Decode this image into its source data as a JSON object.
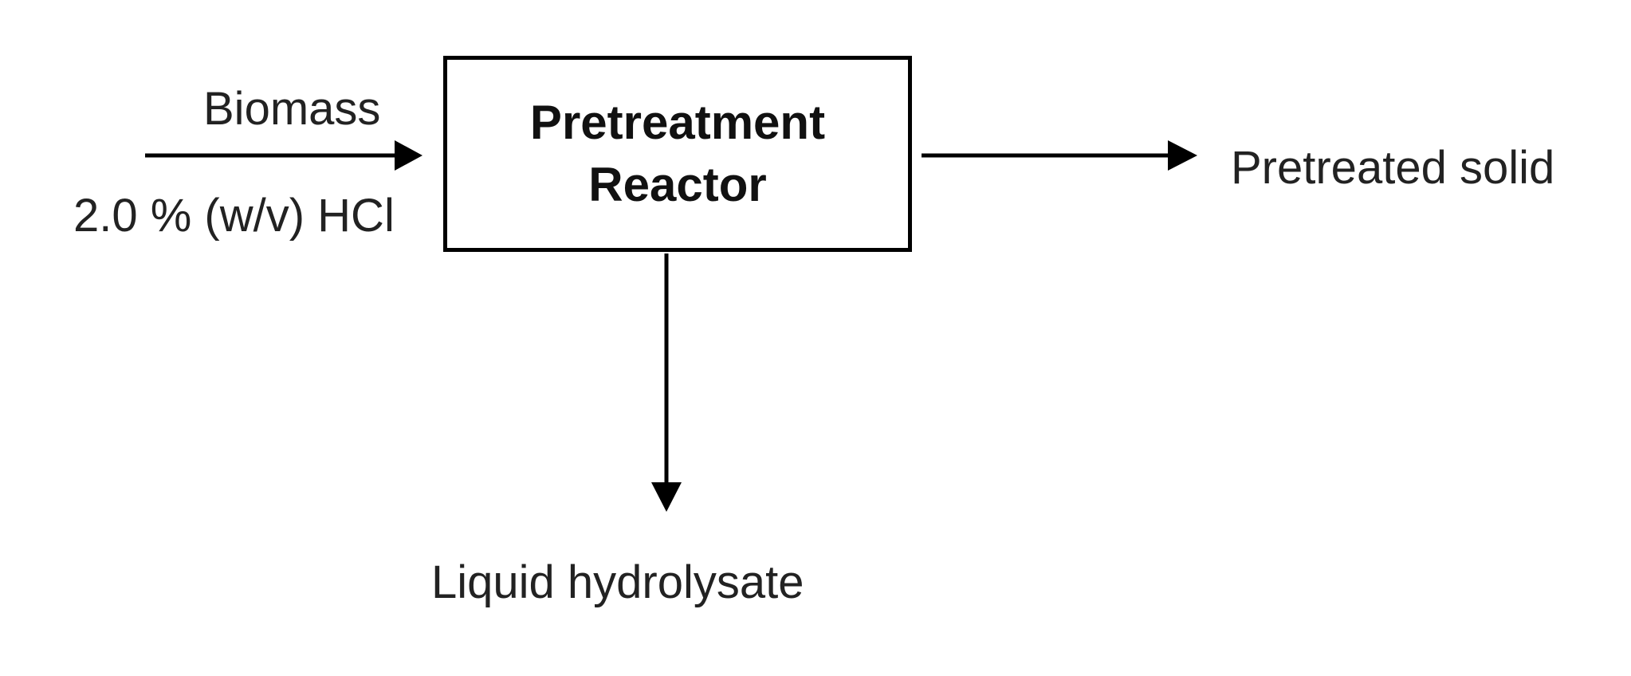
{
  "diagram": {
    "reactor": {
      "line1": "Pretreatment",
      "line2": "Reactor"
    },
    "inputs": {
      "biomass": "Biomass",
      "acid": "2.0 % (w/v) HCl"
    },
    "outputs": {
      "solid": "Pretreated solid",
      "liquid": "Liquid hydrolysate"
    }
  }
}
